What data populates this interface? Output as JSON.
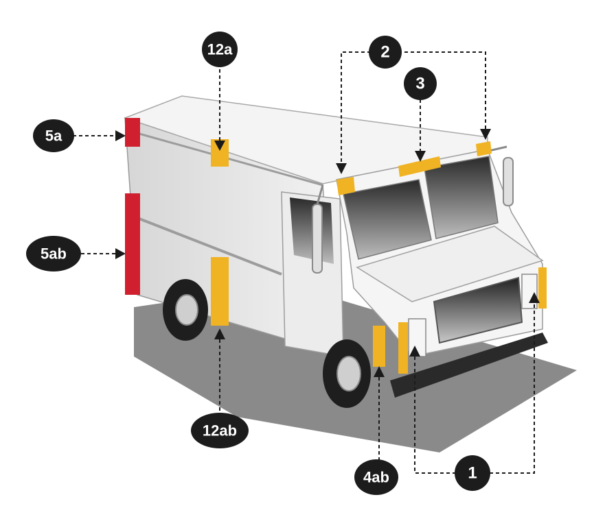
{
  "colors": {
    "amber_tape": "#f0b323",
    "red_tape": "#d0202f",
    "badge": "#1c1c1c",
    "shadow": "#8a8a8a"
  },
  "badges": {
    "b1": "1",
    "b2": "2",
    "b3": "3",
    "b4ab": "4ab",
    "b5a": "5a",
    "b5ab": "5ab",
    "b12a": "12a",
    "b12ab": "12ab"
  }
}
